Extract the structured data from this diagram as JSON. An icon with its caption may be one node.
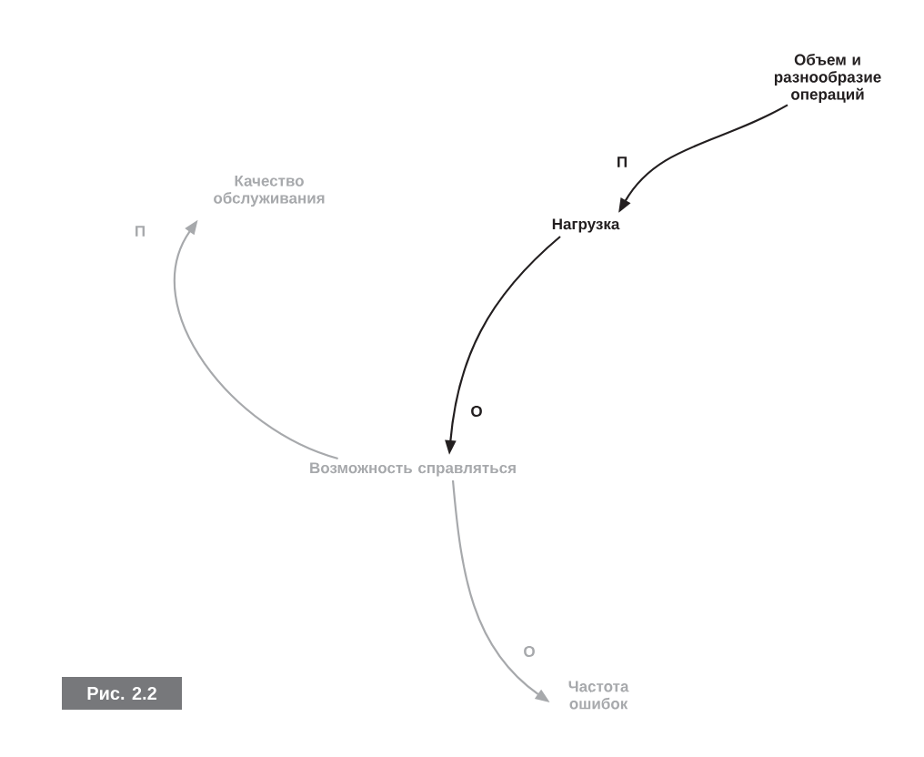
{
  "diagram": {
    "nodes": [
      {
        "text": [
          "Объем и разнообразие операций"
        ]
      },
      {
        "text": [
          "Нагрузка"
        ]
      },
      {
        "text": [
          "Качество обслуживания"
        ]
      },
      {
        "text": [
          "Возможность справляться"
        ]
      },
      {
        "text": [
          "Частота ошибок"
        ]
      }
    ],
    "edges": [
      {
        "from": 0,
        "to": 1,
        "arrow": "to",
        "label": "П",
        "color": "#231f20"
      },
      {
        "from": 1,
        "to": 3,
        "arrow": "to",
        "label": "О",
        "color": "#231f20"
      },
      {
        "from": 3,
        "to": 2,
        "arrow": "to",
        "label": "П",
        "color": "#a7a9ac"
      },
      {
        "from": 3,
        "to": 4,
        "arrow": "to",
        "label": "О",
        "color": "#a7a9ac"
      }
    ],
    "labels": [
      "Рис. 2.2"
    ]
  }
}
